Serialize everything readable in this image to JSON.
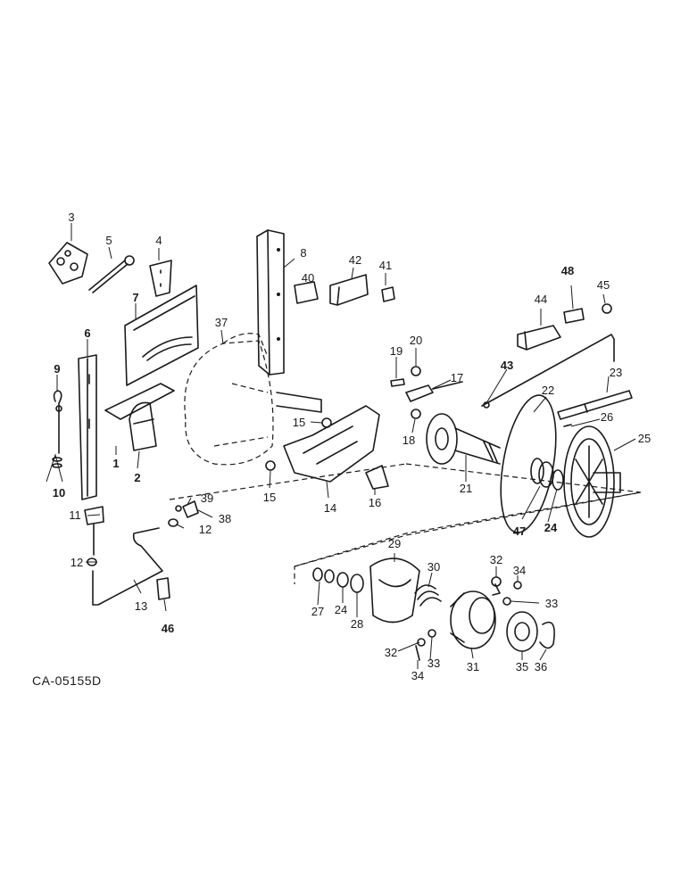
{
  "drawing_code": "CA-05155D",
  "callouts": [
    {
      "id": "c1",
      "text": "1"
    },
    {
      "id": "c2",
      "text": "2"
    },
    {
      "id": "c3",
      "text": "3"
    },
    {
      "id": "c4",
      "text": "4"
    },
    {
      "id": "c5",
      "text": "5"
    },
    {
      "id": "c6",
      "text": "6"
    },
    {
      "id": "c7",
      "text": "7"
    },
    {
      "id": "c8",
      "text": "8"
    },
    {
      "id": "c9",
      "text": "9"
    },
    {
      "id": "c10",
      "text": "10"
    },
    {
      "id": "c11",
      "text": "11"
    },
    {
      "id": "c12a",
      "text": "12"
    },
    {
      "id": "c12b",
      "text": "12"
    },
    {
      "id": "c13",
      "text": "13"
    },
    {
      "id": "c14",
      "text": "14"
    },
    {
      "id": "c15a",
      "text": "15"
    },
    {
      "id": "c15b",
      "text": "15"
    },
    {
      "id": "c16",
      "text": "16"
    },
    {
      "id": "c17",
      "text": "17"
    },
    {
      "id": "c18",
      "text": "18"
    },
    {
      "id": "c19",
      "text": "19"
    },
    {
      "id": "c20",
      "text": "20"
    },
    {
      "id": "c21",
      "text": "21"
    },
    {
      "id": "c22",
      "text": "22"
    },
    {
      "id": "c23",
      "text": "23"
    },
    {
      "id": "c24a",
      "text": "24"
    },
    {
      "id": "c24b",
      "text": "24"
    },
    {
      "id": "c25",
      "text": "25"
    },
    {
      "id": "c26",
      "text": "26"
    },
    {
      "id": "c27",
      "text": "27"
    },
    {
      "id": "c28",
      "text": "28"
    },
    {
      "id": "c29",
      "text": "29"
    },
    {
      "id": "c30",
      "text": "30"
    },
    {
      "id": "c31",
      "text": "31"
    },
    {
      "id": "c32a",
      "text": "32"
    },
    {
      "id": "c32b",
      "text": "32"
    },
    {
      "id": "c33a",
      "text": "33"
    },
    {
      "id": "c33b",
      "text": "33"
    },
    {
      "id": "c34a",
      "text": "34"
    },
    {
      "id": "c34b",
      "text": "34"
    },
    {
      "id": "c35",
      "text": "35"
    },
    {
      "id": "c36",
      "text": "36"
    },
    {
      "id": "c37",
      "text": "37"
    },
    {
      "id": "c38",
      "text": "38"
    },
    {
      "id": "c39",
      "text": "39"
    },
    {
      "id": "c40",
      "text": "40"
    },
    {
      "id": "c41",
      "text": "41"
    },
    {
      "id": "c42",
      "text": "42"
    },
    {
      "id": "c43",
      "text": "43"
    },
    {
      "id": "c44",
      "text": "44"
    },
    {
      "id": "c45",
      "text": "45"
    },
    {
      "id": "c46",
      "text": "46"
    },
    {
      "id": "c47",
      "text": "47"
    },
    {
      "id": "c48",
      "text": "48"
    }
  ]
}
